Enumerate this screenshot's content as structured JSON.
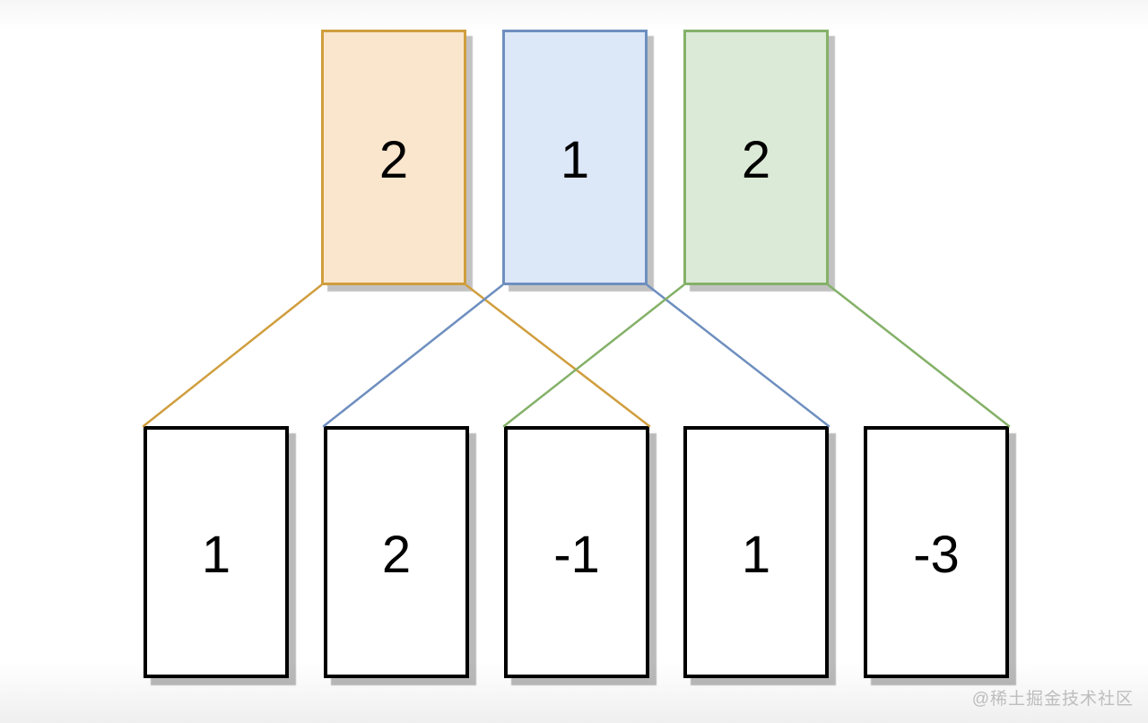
{
  "top_row": {
    "boxes": [
      {
        "value": "2",
        "color": "orange"
      },
      {
        "value": "1",
        "color": "blue"
      },
      {
        "value": "2",
        "color": "green"
      }
    ]
  },
  "bottom_row": {
    "boxes": [
      {
        "value": "1"
      },
      {
        "value": "2"
      },
      {
        "value": "-1"
      },
      {
        "value": "1"
      },
      {
        "value": "-3"
      }
    ]
  },
  "connectors": [
    {
      "from": "t0",
      "from_corner": "bottom-left",
      "to": "b0",
      "to_corner": "top-left",
      "color": "orange"
    },
    {
      "from": "t0",
      "from_corner": "bottom-right",
      "to": "b2",
      "to_corner": "top-right",
      "color": "orange"
    },
    {
      "from": "t1",
      "from_corner": "bottom-left",
      "to": "b1",
      "to_corner": "top-left",
      "color": "blue"
    },
    {
      "from": "t1",
      "from_corner": "bottom-right",
      "to": "b3",
      "to_corner": "top-right",
      "color": "blue"
    },
    {
      "from": "t2",
      "from_corner": "bottom-left",
      "to": "b2",
      "to_corner": "top-left",
      "color": "green"
    },
    {
      "from": "t2",
      "from_corner": "bottom-right",
      "to": "b4",
      "to_corner": "top-right",
      "color": "green"
    }
  ],
  "colors": {
    "orange": {
      "stroke": "#d09e3e",
      "fill": "#fae6cd"
    },
    "blue": {
      "stroke": "#6e8fbf",
      "fill": "#dce7f8"
    },
    "green": {
      "stroke": "#84b168",
      "fill": "#dbead6"
    },
    "array_box_border": "#000000",
    "number_text": "#000000",
    "watermark_text": "#bdbdbd"
  },
  "watermark": {
    "text": "@稀土掘金技术社区"
  }
}
